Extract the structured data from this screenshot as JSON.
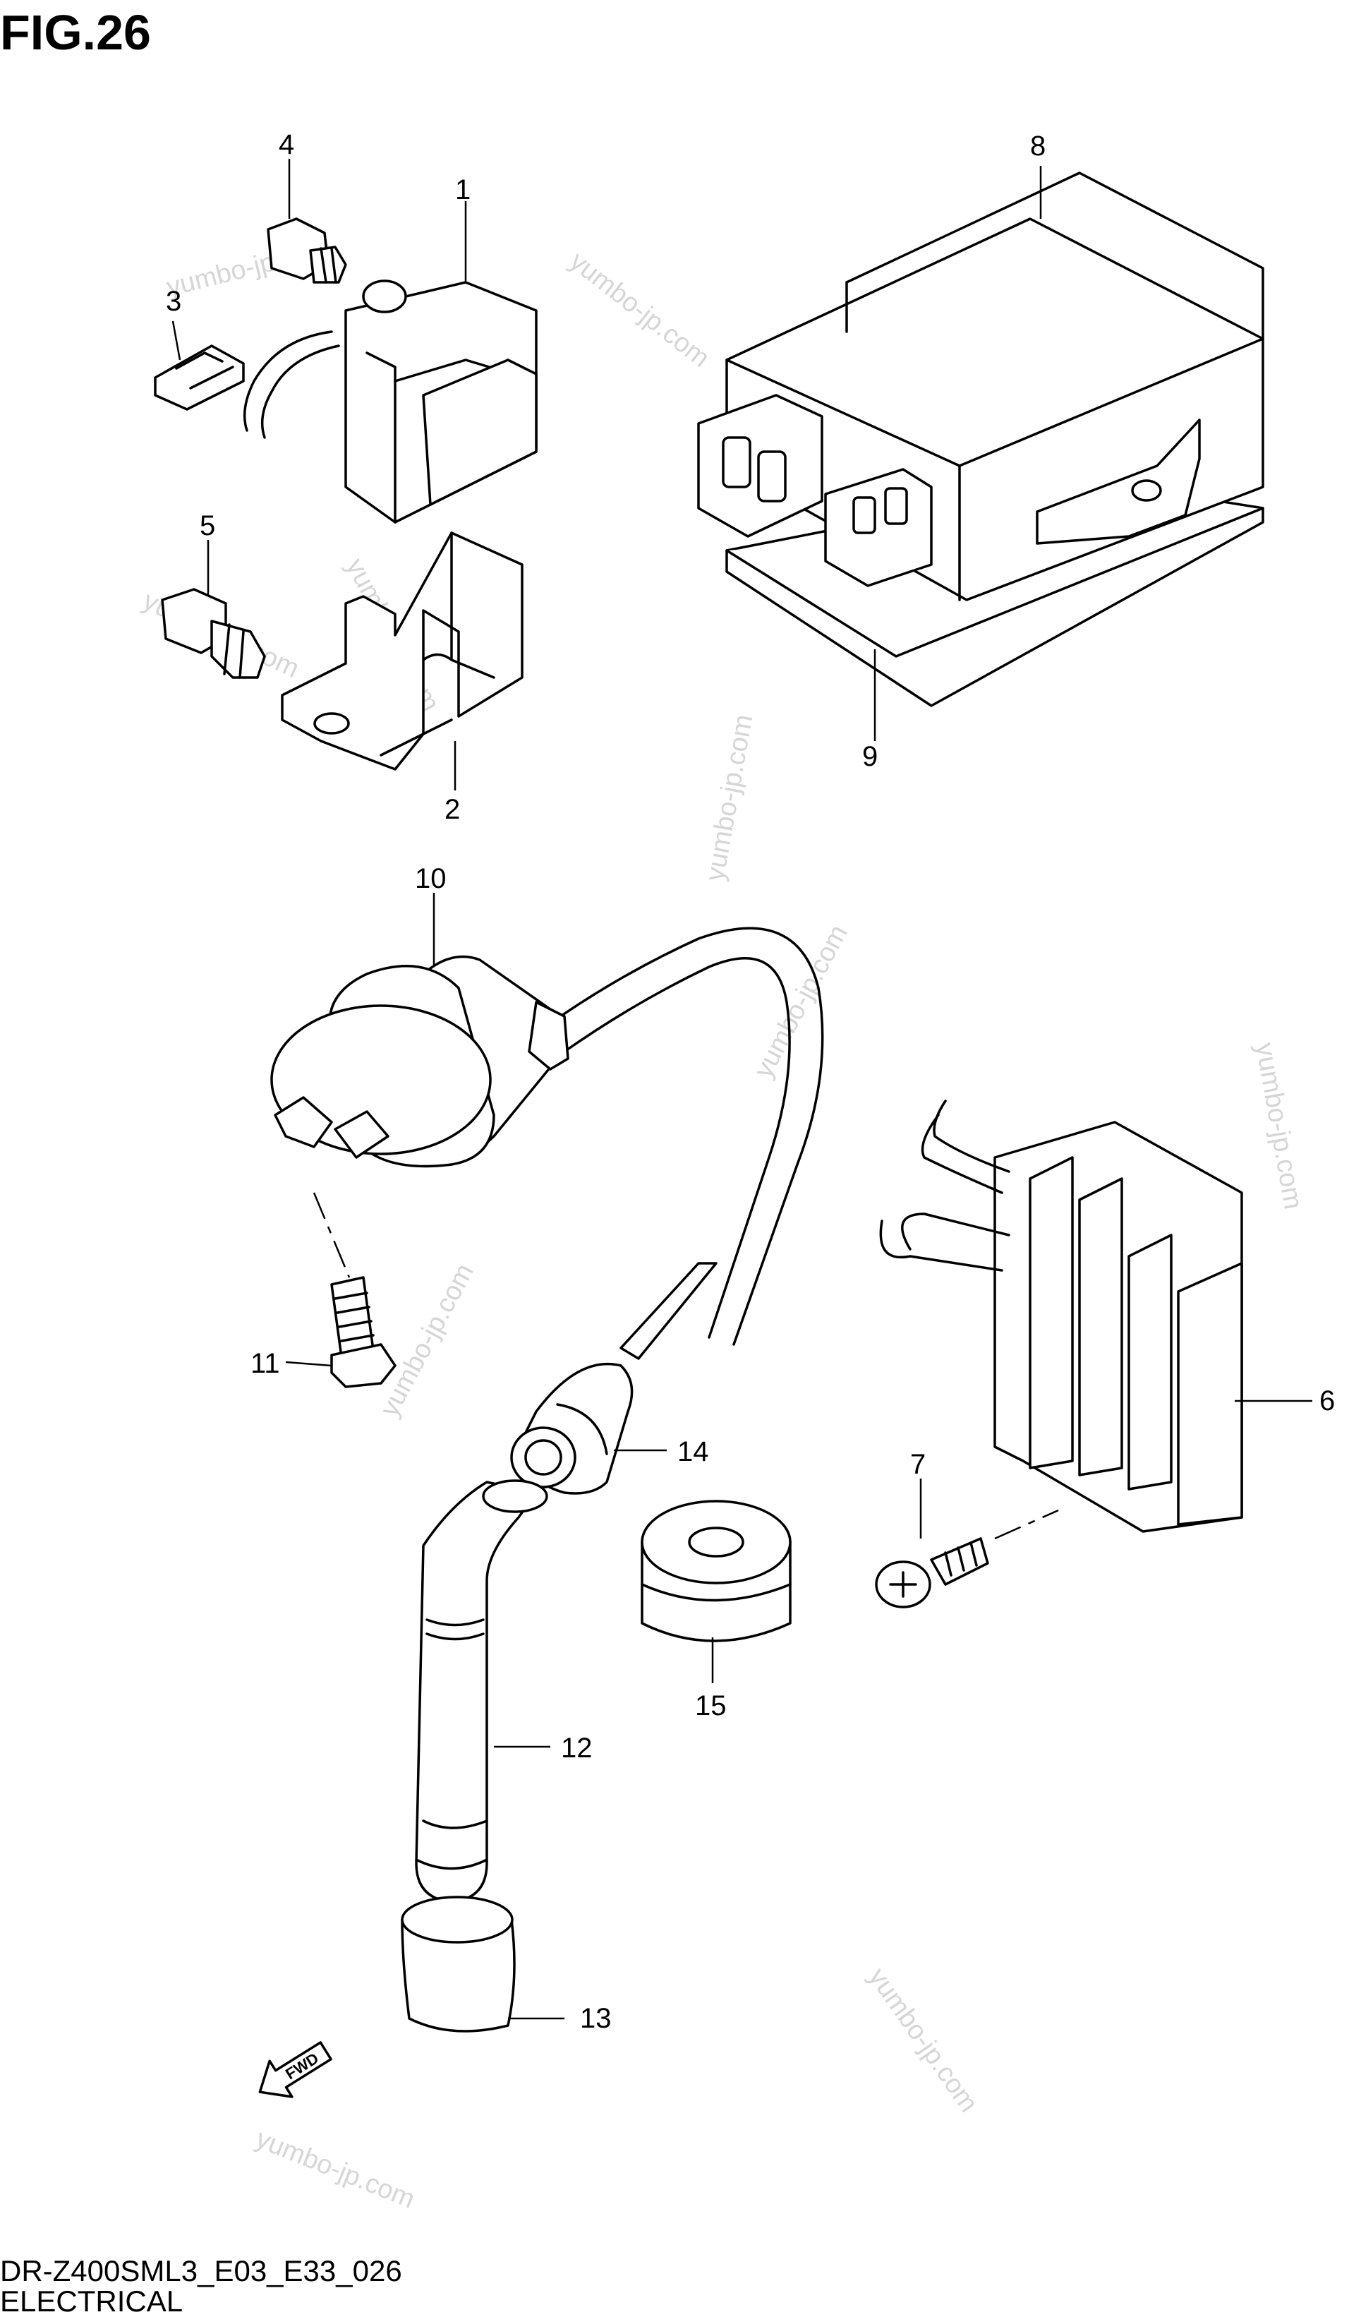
{
  "figure_title": "FIG.26",
  "footer": {
    "model_code": "DR-Z400SML3_E03_E33_026",
    "section_name": "ELECTRICAL"
  },
  "watermark": "yumbo-jp.com",
  "direction_marker": "FWD",
  "callouts": {
    "c1": "1",
    "c2": "2",
    "c3": "3",
    "c4": "4",
    "c5": "5",
    "c6": "6",
    "c7": "7",
    "c8": "8",
    "c9": "9",
    "c10": "10",
    "c11": "11",
    "c12": "12",
    "c13": "13",
    "c14": "14",
    "c15": "15"
  }
}
